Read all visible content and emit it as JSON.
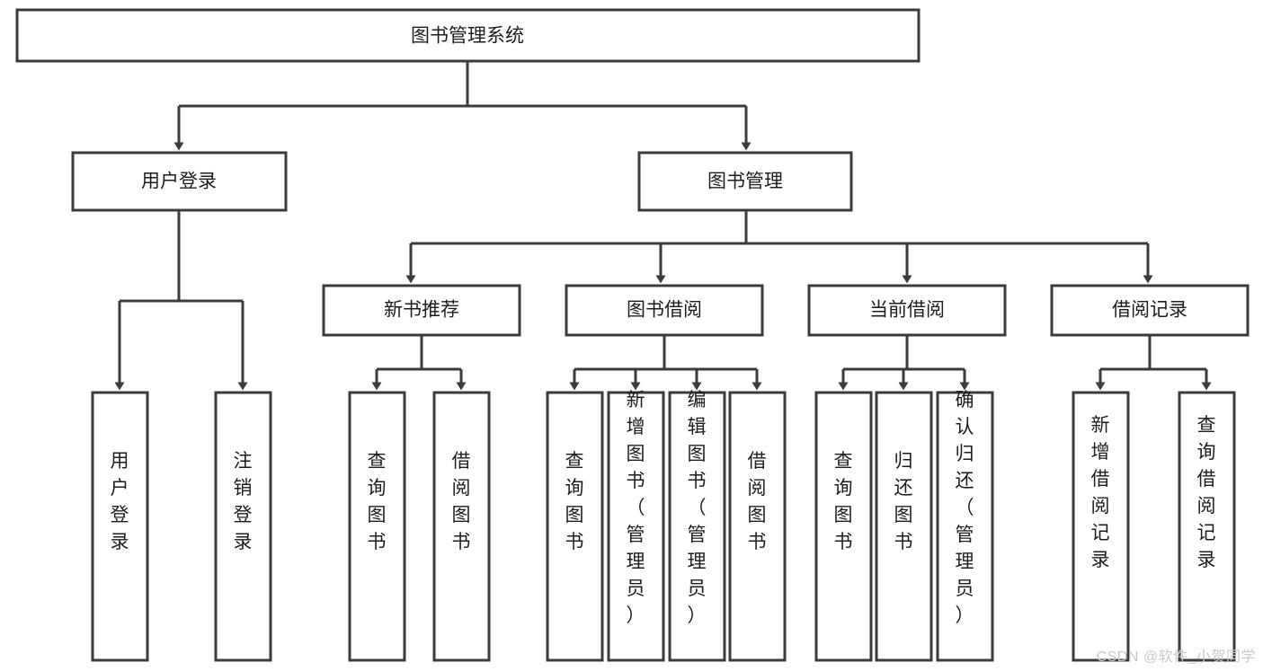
{
  "diagram": {
    "title": "图书管理系统",
    "type": "tree",
    "root": {
      "label": "图书管理系统"
    },
    "level2": [
      {
        "label": "用户登录"
      },
      {
        "label": "图书管理"
      }
    ],
    "level3": [
      {
        "label": "新书推荐",
        "parent": "图书管理"
      },
      {
        "label": "图书借阅",
        "parent": "图书管理"
      },
      {
        "label": "当前借阅",
        "parent": "图书管理"
      },
      {
        "label": "借阅记录",
        "parent": "图书管理"
      }
    ],
    "leaves": {
      "用户登录": [
        "用户登录",
        "注销登录"
      ],
      "新书推荐": [
        "查询图书",
        "借阅图书"
      ],
      "图书借阅": [
        "查询图书",
        "新增图书（管理员）",
        "编辑图书（管理员）",
        "借阅图书"
      ],
      "当前借阅": [
        "查询图书",
        "归还图书",
        "确认归还（管理员）"
      ],
      "借阅记录": [
        "新增借阅记录",
        "查询借阅记录"
      ]
    }
  },
  "watermark": {
    "text": "CSDN @软件_小贺同学"
  },
  "colors": {
    "stroke": "#3b3b3b",
    "box_fill": "#ffffff",
    "text": "#1d1d1d",
    "watermark": "#c9c9c9",
    "background": "#ffffff"
  }
}
